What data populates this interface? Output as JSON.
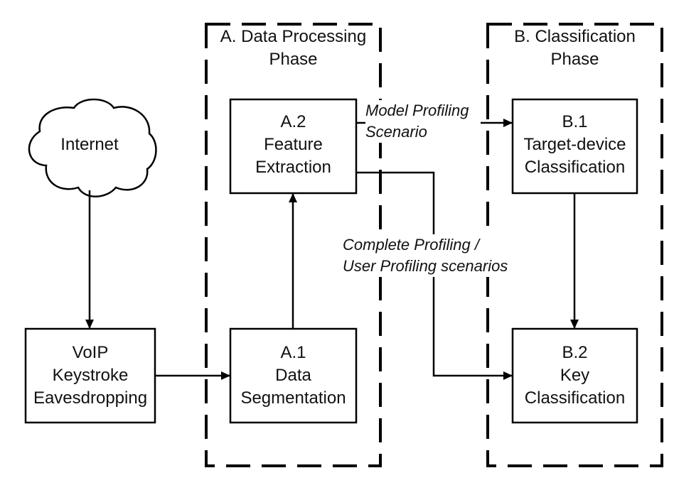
{
  "diagram": {
    "cloud": {
      "label": "Internet"
    },
    "groups": {
      "a": {
        "line1": "A. Data Processing",
        "line2": "Phase"
      },
      "b": {
        "line1": "B. Classification",
        "line2": "Phase"
      }
    },
    "nodes": {
      "voip": {
        "line1": "VoIP",
        "line2": "Keystroke",
        "line3": "Eavesdropping"
      },
      "a1": {
        "line1": "A.1",
        "line2": "Data",
        "line3": "Segmentation"
      },
      "a2": {
        "line1": "A.2",
        "line2": "Feature",
        "line3": "Extraction"
      },
      "b1": {
        "line1": "B.1",
        "line2": "Target-device",
        "line3": "Classification"
      },
      "b2": {
        "line1": "B.2",
        "line2": "Key",
        "line3": "Classification"
      }
    },
    "edges": {
      "model_profiling": {
        "line1": "Model Profiling",
        "line2": "Scenario"
      },
      "complete_profiling": {
        "line1": "Complete Profiling /",
        "line2": "User Profiling scenarios"
      }
    },
    "colors": {
      "stroke": "#000000",
      "background": "#ffffff"
    }
  }
}
